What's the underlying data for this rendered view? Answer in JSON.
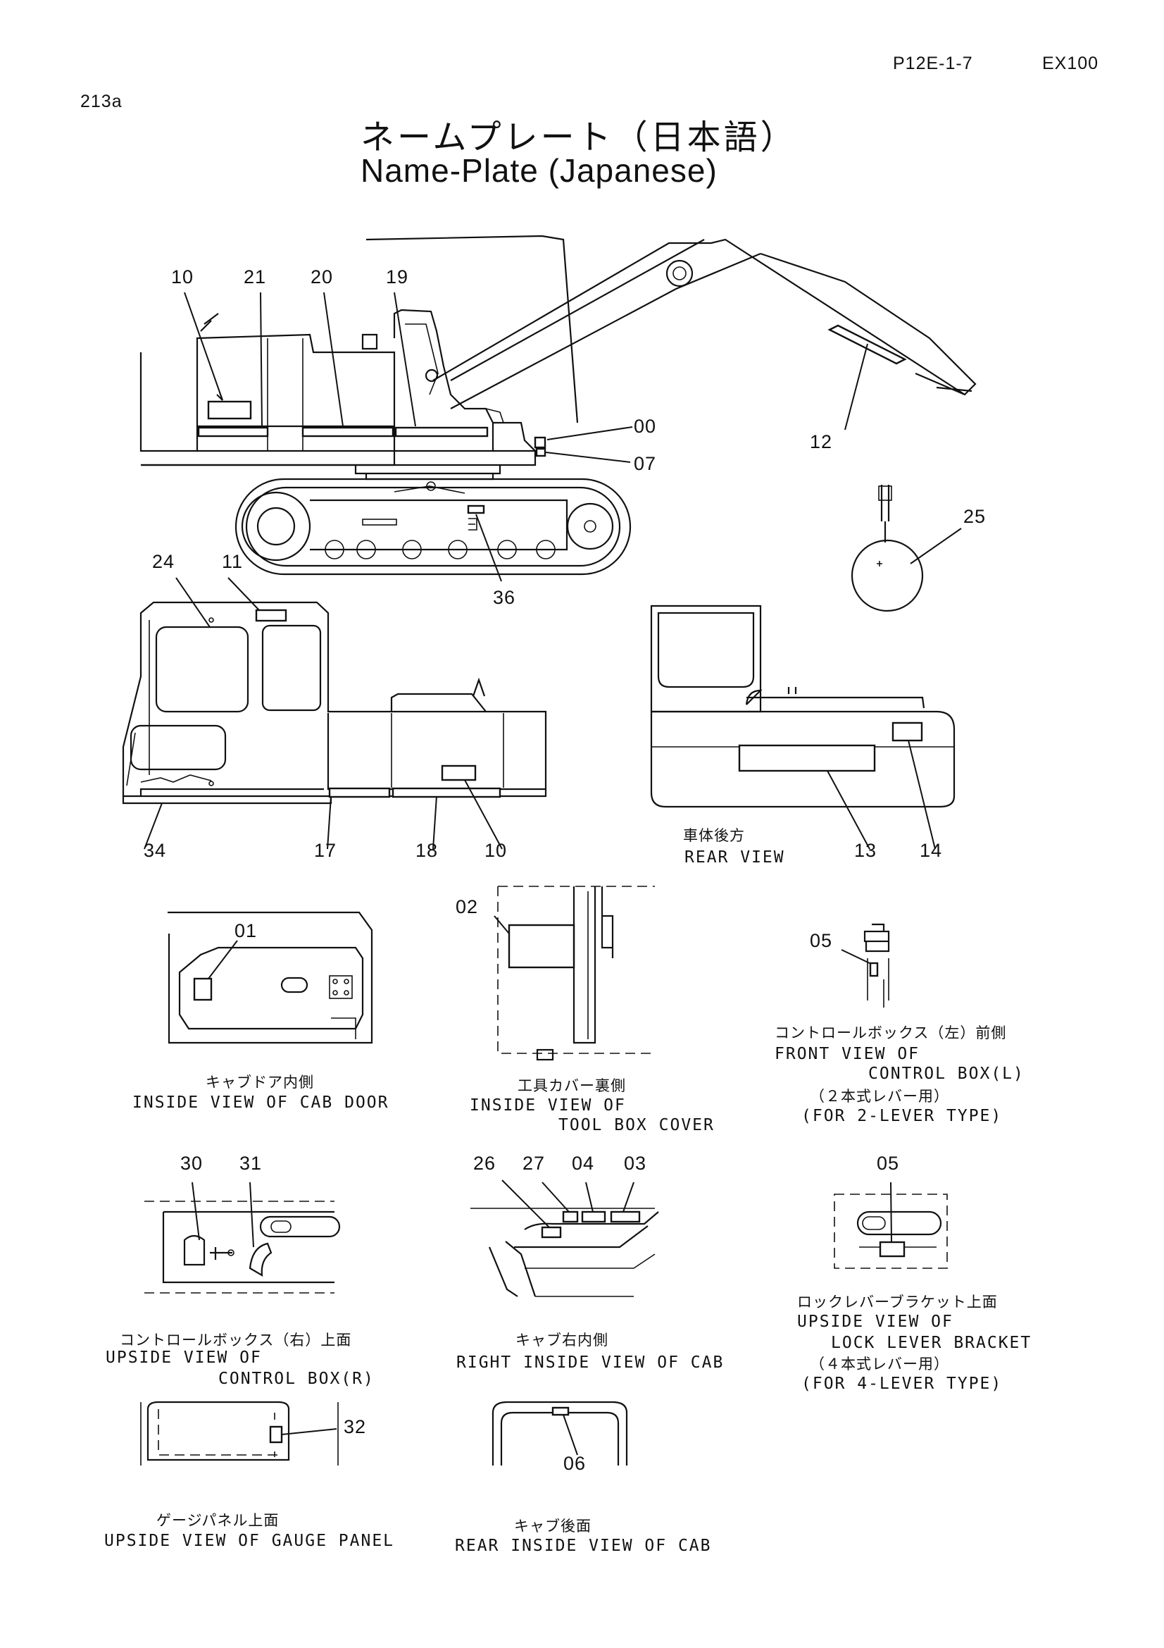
{
  "header": {
    "page_code": "213a",
    "doc_ref": "P12E-1-7",
    "model": "EX100",
    "title_jp": "ネームプレート（日本語）",
    "title_en": "Name-Plate (Japanese)"
  },
  "callouts": {
    "c10a": "10",
    "c21": "21",
    "c20": "20",
    "c19": "19",
    "c00": "00",
    "c07": "07",
    "c12": "12",
    "c25": "25",
    "c36": "36",
    "c24": "24",
    "c11": "11",
    "c34": "34",
    "c17": "17",
    "c18": "18",
    "c10b": "10",
    "c13": "13",
    "c14": "14",
    "c01": "01",
    "c02": "02",
    "c05a": "05",
    "c30": "30",
    "c31": "31",
    "c26": "26",
    "c27": "27",
    "c04": "04",
    "c03": "03",
    "c05b": "05",
    "c32": "32",
    "c06": "06"
  },
  "captions": {
    "rear_view_jp": "車体後方",
    "rear_view_en": "REAR VIEW",
    "cab_door_jp": "キャブドア内側",
    "cab_door_en": "INSIDE VIEW OF CAB DOOR",
    "toolbox_jp": "工具カバー裏側",
    "toolbox_en1": "INSIDE VIEW OF",
    "toolbox_en2": "TOOL BOX COVER",
    "ctrl_l_jp": "コントロールボックス（左）前側",
    "ctrl_l_en1": "FRONT VIEW OF",
    "ctrl_l_en2": "CONTROL BOX(L)",
    "ctrl_l_jp2": "（２本式レバー用）",
    "ctrl_l_en3": "(FOR 2-LEVER TYPE)",
    "ctrl_r_jp": "コントロールボックス（右）上面",
    "ctrl_r_en1": "UPSIDE VIEW OF",
    "ctrl_r_en2": "CONTROL BOX(R)",
    "cab_right_jp": "キャブ右内側",
    "cab_right_en": "RIGHT INSIDE VIEW OF CAB",
    "lock_jp": "ロックレバーブラケット上面",
    "lock_en1": "UPSIDE VIEW OF",
    "lock_en2": "LOCK LEVER BRACKET",
    "lock_jp2": "（４本式レバー用）",
    "lock_en3": "(FOR 4-LEVER TYPE)",
    "gauge_jp": "ゲージパネル上面",
    "gauge_en": "UPSIDE VIEW OF GAUGE PANEL",
    "cab_rear_jp": "キャブ後面",
    "cab_rear_en": "REAR INSIDE VIEW OF CAB"
  }
}
